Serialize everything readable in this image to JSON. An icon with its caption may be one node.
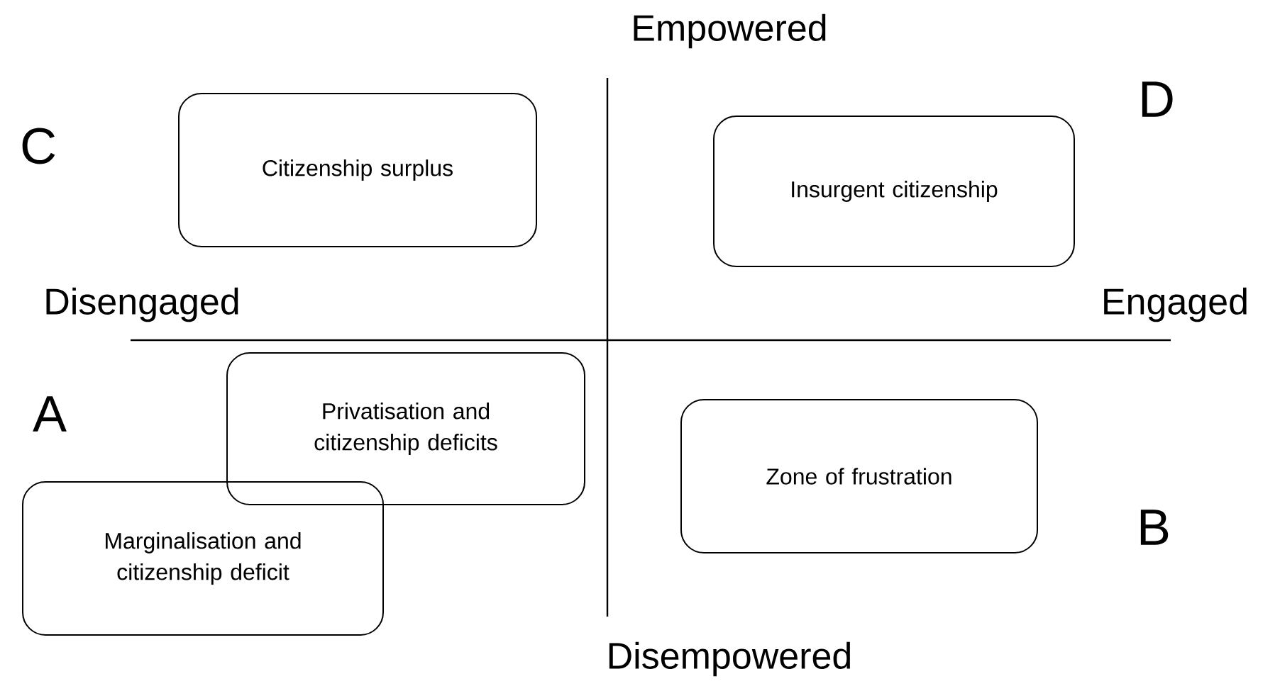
{
  "diagram": {
    "nodes": [
      {
        "text": [
          "Citizenship surplus"
        ]
      },
      {
        "text": [
          "Insurgent citizenship"
        ]
      },
      {
        "text": [
          "Privatisation and citizenship deficits"
        ]
      },
      {
        "text": [
          "Marginalisation and citizenship deficit"
        ]
      },
      {
        "text": [
          "Zone of frustration"
        ]
      }
    ],
    "labels": [
      "Empowered",
      "C",
      "D",
      "Disengaged",
      "Engaged",
      "A",
      "B",
      "Disempowered"
    ]
  }
}
